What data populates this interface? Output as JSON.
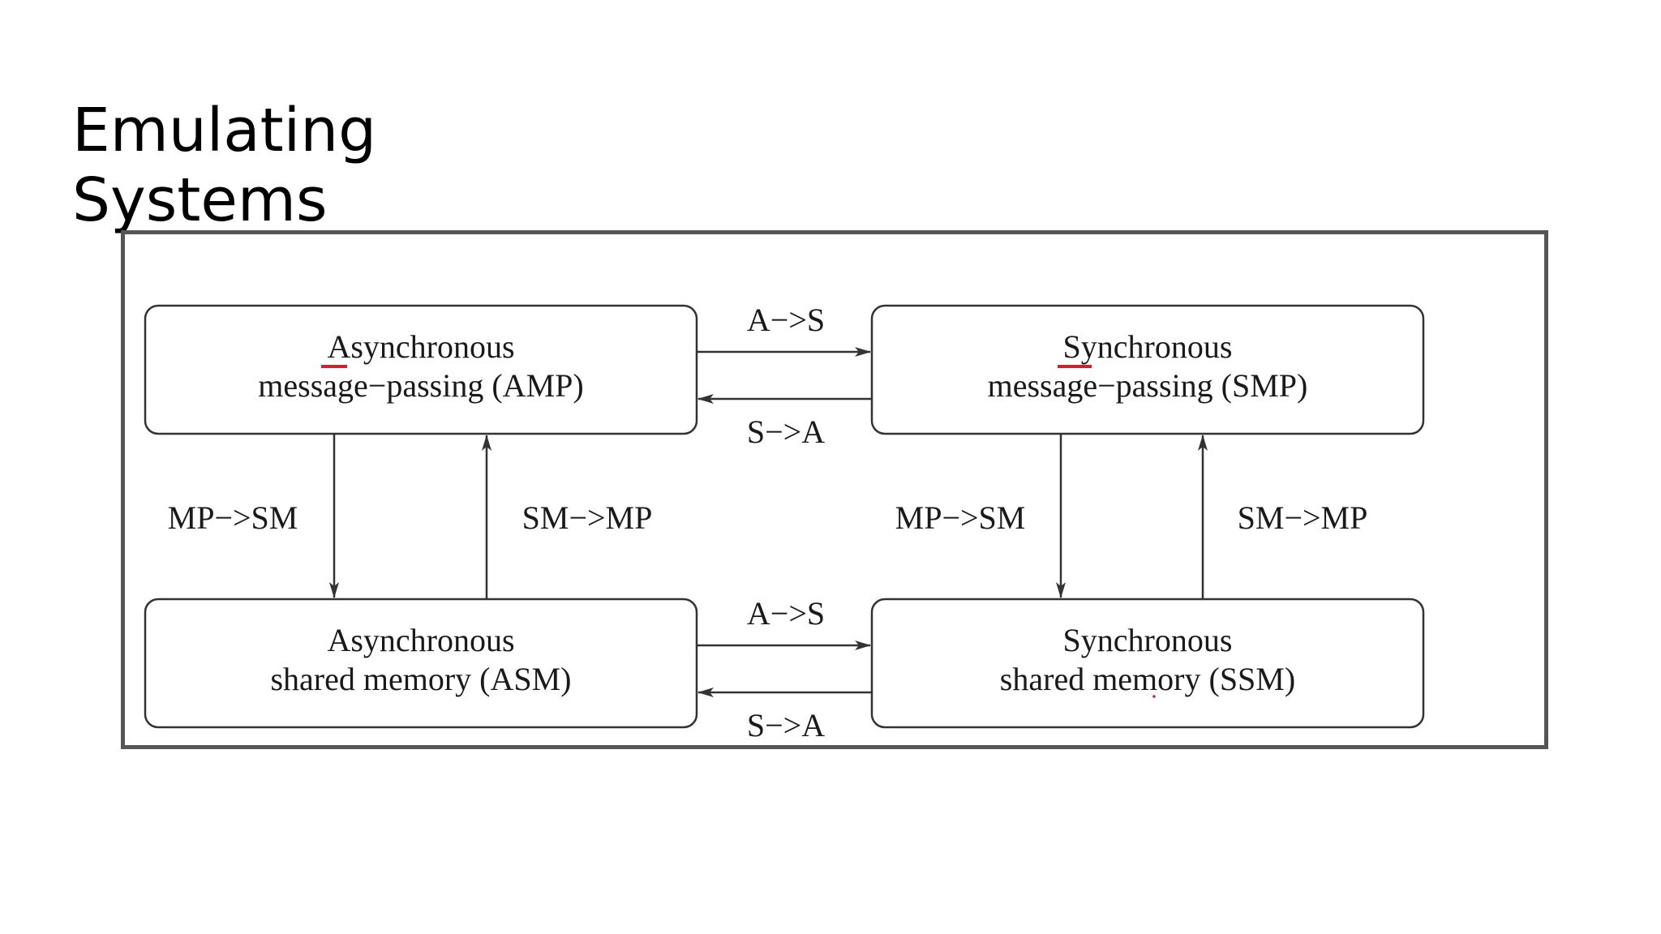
{
  "title": {
    "line1": "Emulating",
    "line2": "Systems"
  },
  "boxes": {
    "amp": {
      "line1": "Asynchronous",
      "line2": "message−passing (AMP)"
    },
    "smp": {
      "line1": "Synchronous",
      "line2": "message−passing (SMP)"
    },
    "asm": {
      "line1": "Asynchronous",
      "line2": "shared memory (ASM)"
    },
    "ssm": {
      "line1": "Synchronous",
      "line2": "shared memory (SSM)"
    }
  },
  "arrows": {
    "amp_to_smp": "A−>S",
    "smp_to_amp": "S−>A",
    "asm_to_ssm": "A−>S",
    "ssm_to_asm": "S−>A",
    "amp_to_asm": "MP−>SM",
    "asm_to_amp": "SM−>MP",
    "smp_to_ssm": "MP−>SM",
    "ssm_to_smp": "SM−>MP"
  },
  "colors": {
    "frame": "#555555",
    "stroke": "#333333",
    "spellcheck_underline": "#d0202a"
  }
}
